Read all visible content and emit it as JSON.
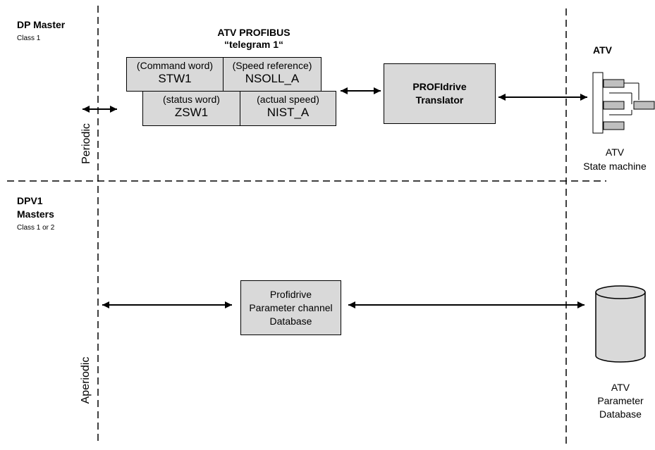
{
  "dp_master": {
    "title": "DP Master",
    "class": "Class 1"
  },
  "dpv1": {
    "title1": "DPV1",
    "title2": "Masters",
    "class": "Class 1 or 2"
  },
  "telegram": {
    "title1": "ATV PROFIBUS",
    "title2": "“telegram 1“",
    "cells": [
      {
        "desc": "(Command word)",
        "name": "STW1"
      },
      {
        "desc": "(Speed reference)",
        "name": "NSOLL_A"
      },
      {
        "desc": "(status word)",
        "name": "ZSW1"
      },
      {
        "desc": "(actual speed)",
        "name": "NIST_A"
      }
    ]
  },
  "translator": {
    "line1": "PROFIdrive",
    "line2": "Translator"
  },
  "atv": {
    "title": "ATV",
    "sm_line1": "ATV",
    "sm_line2": "State machine"
  },
  "param_channel": {
    "line1": "Profidrive",
    "line2": "Parameter channel",
    "line3": "Database"
  },
  "param_db": {
    "line1": "ATV",
    "line2": "Parameter",
    "line3": "Database"
  },
  "labels": {
    "periodic": "Periodic",
    "aperiodic": "Aperiodic"
  },
  "colors": {
    "box_fill": "#d9d9d9",
    "line": "#000000",
    "icon_fill": "#bfbfbf"
  }
}
